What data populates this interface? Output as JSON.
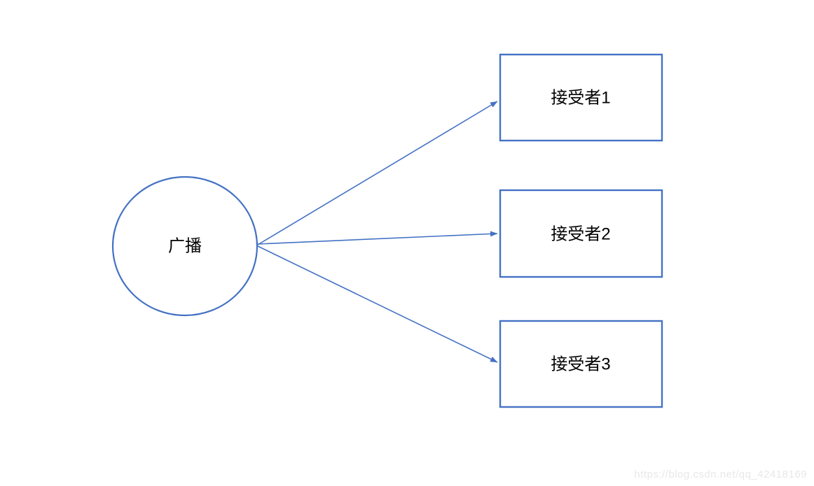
{
  "diagram": {
    "type": "broadcast-fanout",
    "source": {
      "shape": "circle",
      "label": "广播"
    },
    "receivers": [
      {
        "shape": "rectangle",
        "label": "接受者1"
      },
      {
        "shape": "rectangle",
        "label": "接受者2"
      },
      {
        "shape": "rectangle",
        "label": "接受者3"
      }
    ],
    "connections": [
      {
        "from": "广播",
        "to": "接受者1",
        "style": "arrow"
      },
      {
        "from": "广播",
        "to": "接受者2",
        "style": "arrow"
      },
      {
        "from": "广播",
        "to": "接受者3",
        "style": "arrow"
      }
    ],
    "colors": {
      "shape_stroke": "#4472C4",
      "shape_fill": "#ffffff",
      "label_text": "#000000",
      "watermark_text": "#e8e8e8"
    }
  },
  "watermark": {
    "text": "https://blog.csdn.net/qq_42418169"
  }
}
